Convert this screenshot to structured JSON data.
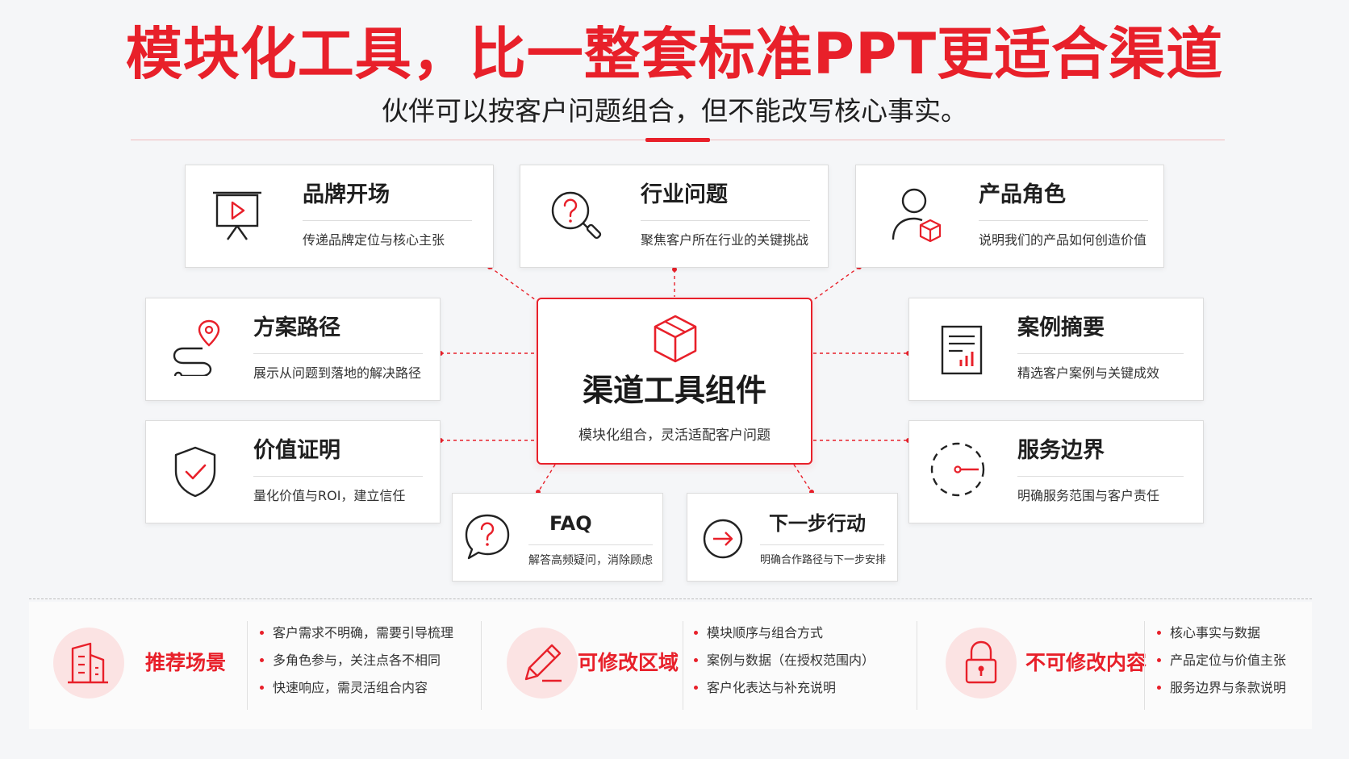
{
  "header": {
    "title": "模块化工具，比一整套标准PPT更适合渠道",
    "subtitle": "伙伴可以按客户问题组合，但不能改写核心事实。"
  },
  "center": {
    "title": "渠道工具组件",
    "desc": "模块化组合，灵活适配客户问题",
    "icon": "cube-icon"
  },
  "modules": [
    {
      "id": "brand",
      "title": "品牌开场",
      "desc": "传递品牌定位与核心主张",
      "icon": "presentation-icon"
    },
    {
      "id": "industry",
      "title": "行业问题",
      "desc": "聚焦客户所在行业的关键挑战",
      "icon": "question-magnifier-icon"
    },
    {
      "id": "role",
      "title": "产品角色",
      "desc": "说明我们的产品如何创造价值",
      "icon": "user-cube-icon"
    },
    {
      "id": "path",
      "title": "方案路径",
      "desc": "展示从问题到落地的解决路径",
      "icon": "route-pin-icon"
    },
    {
      "id": "case",
      "title": "案例摘要",
      "desc": "精选客户案例与关键成效",
      "icon": "report-chart-icon"
    },
    {
      "id": "value",
      "title": "价值证明",
      "desc": "量化价值与ROI，建立信任",
      "icon": "shield-check-icon"
    },
    {
      "id": "service",
      "title": "服务边界",
      "desc": "明确服务范围与客户责任",
      "icon": "dashed-circle-icon"
    },
    {
      "id": "faq",
      "title": "FAQ",
      "desc": "解答高频疑问，消除顾虑",
      "icon": "chat-question-icon"
    },
    {
      "id": "next",
      "title": "下一步行动",
      "desc": "明确合作路径与下一步安排",
      "icon": "arrow-circle-icon"
    }
  ],
  "bottom": [
    {
      "title": "推荐场景",
      "icon": "building-icon",
      "items": [
        "客户需求不明确，需要引导梳理",
        "多角色参与，关注点各不相同",
        "快速响应，需灵活组合内容"
      ]
    },
    {
      "title": "可修改区域",
      "icon": "pencil-icon",
      "items": [
        "模块顺序与组合方式",
        "案例与数据（在授权范围内）",
        "客户化表达与补充说明"
      ]
    },
    {
      "title": "不可修改内容",
      "icon": "lock-icon",
      "items": [
        "核心事实与数据",
        "产品定位与价值主张",
        "服务边界与条款说明"
      ]
    }
  ],
  "colors": {
    "accent": "#e8202a",
    "accent_light": "#fbe3e3",
    "text": "#1f1f1f",
    "border": "#dcdcdc"
  }
}
